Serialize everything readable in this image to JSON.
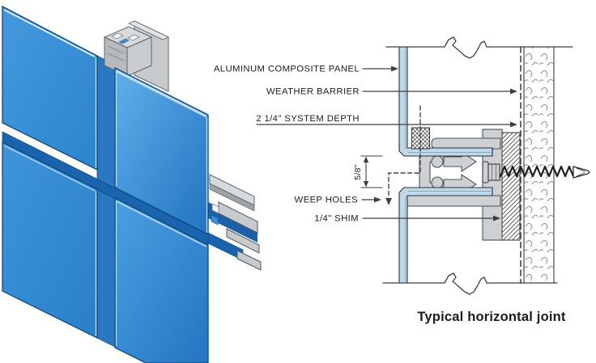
{
  "section": {
    "labels": {
      "panel": "ALUMINUM COMPOSITE PANEL",
      "barrier": "WEATHER BARRIER",
      "depth": "2 1/4\" SYSTEM DEPTH",
      "joint_gap": "5/8\"",
      "weep": "WEEP HOLES",
      "shim": "1/4\" SHIM"
    },
    "caption": "Typical horizontal joint"
  },
  "colors": {
    "panel_blue": "#2f8cd4",
    "panel_blue_light": "#5aace9",
    "panel_blue_dark": "#1c66b0",
    "joint_reveal_blue": "#2a78c2",
    "joint_band_blue": "#1a64ae",
    "aluminum_gray": "#c6cacd",
    "panel_edge_fill": "#bed9ec",
    "line_color": "#3f3f3f",
    "text_color": "#1c1c1c",
    "background": "#ffffff"
  }
}
